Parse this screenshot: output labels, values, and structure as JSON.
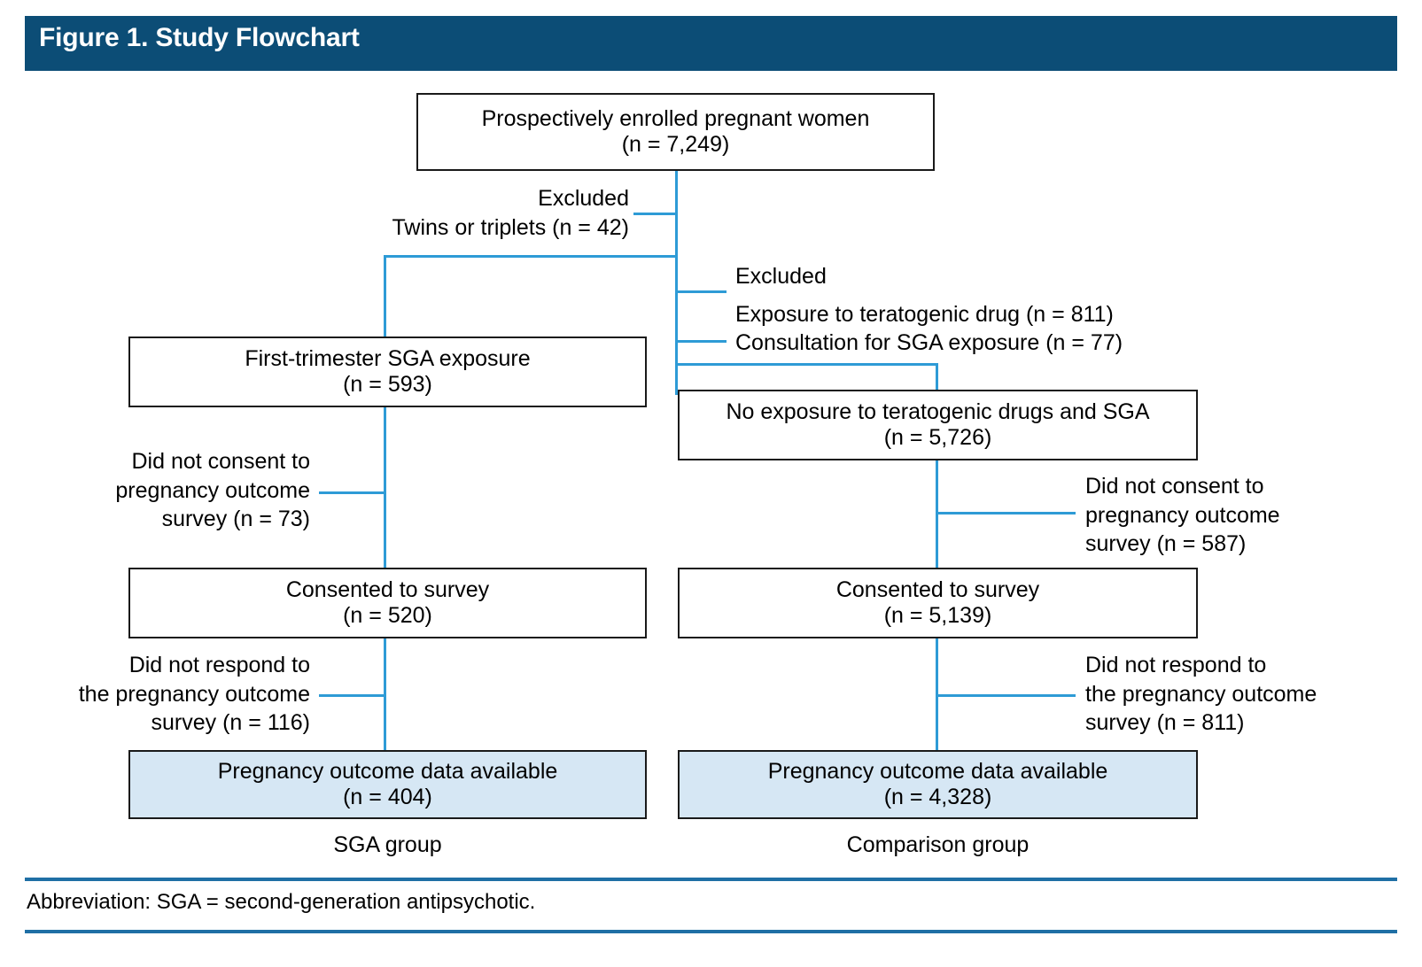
{
  "figure": {
    "header_title": "Figure 1. Study Flowchart",
    "header_color": "#0c4d76",
    "connector_color": "#2e9bd6",
    "shaded_box_color": "#d6e7f4",
    "rule_color": "#1f6fa5"
  },
  "nodes": {
    "enrolled": {
      "line1": "Prospectively enrolled pregnant women",
      "line2": "(n = 7,249)"
    },
    "sga_exposure": {
      "line1": "First-trimester SGA exposure",
      "line2": "(n = 593)"
    },
    "no_exposure": {
      "line1": "No exposure to teratogenic drugs and SGA",
      "line2": "(n = 5,726)"
    },
    "consented_left": {
      "line1": "Consented to survey",
      "line2": "(n = 520)"
    },
    "consented_right": {
      "line1": "Consented to survey",
      "line2": "(n = 5,139)"
    },
    "outcome_left": {
      "line1": "Pregnancy outcome data available",
      "line2": "(n = 404)"
    },
    "outcome_right": {
      "line1": "Pregnancy outcome data available",
      "line2": "(n = 4,328)"
    }
  },
  "notes": {
    "excluded_twins": {
      "line1": "Excluded",
      "line2": "Twins or triplets (n = 42)"
    },
    "excluded_teratogenic": {
      "line1": "Excluded",
      "line2": "Exposure to teratogenic drug (n = 811)",
      "line3": "Consultation for SGA exposure (n = 77)"
    },
    "no_consent_left": {
      "line1": "Did not consent to",
      "line2": "pregnancy outcome",
      "line3": "survey (n = 73)"
    },
    "no_consent_right": {
      "line1": "Did not consent to",
      "line2": "pregnancy outcome",
      "line3": "survey (n = 587)"
    },
    "no_respond_left": {
      "line1": "Did not respond to",
      "line2": "the pregnancy outcome",
      "line3": "survey (n = 116)"
    },
    "no_respond_right": {
      "line1": "Did not respond to",
      "line2": "the pregnancy outcome",
      "line3": "survey (n = 811)"
    }
  },
  "captions": {
    "left_group": "SGA group",
    "right_group": "Comparison group"
  },
  "footer": {
    "abbreviation": "Abbreviation: SGA = second-generation antipsychotic."
  }
}
